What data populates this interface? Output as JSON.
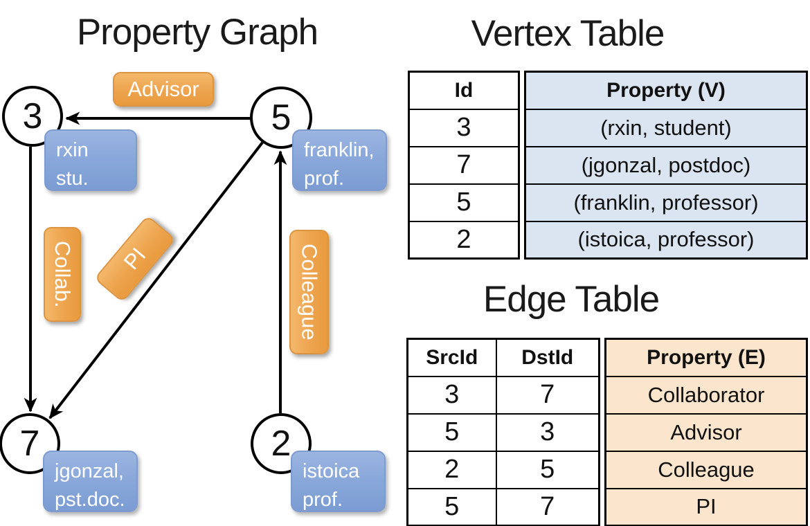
{
  "graph": {
    "title": "Property Graph",
    "nodes": [
      {
        "id": "3",
        "label": "3",
        "prop_lines": [
          "rxin",
          "stu."
        ]
      },
      {
        "id": "5",
        "label": "5",
        "prop_lines": [
          "franklin,",
          "prof."
        ]
      },
      {
        "id": "7",
        "label": "7",
        "prop_lines": [
          "jgonzal,",
          "pst.doc."
        ]
      },
      {
        "id": "2",
        "label": "2",
        "prop_lines": [
          "istoica",
          "prof."
        ]
      }
    ],
    "edges": [
      {
        "src": "5",
        "dst": "3",
        "label": "Advisor"
      },
      {
        "src": "3",
        "dst": "7",
        "label": "Collab."
      },
      {
        "src": "5",
        "dst": "7",
        "label": "PI"
      },
      {
        "src": "2",
        "dst": "5",
        "label": "Colleague"
      }
    ]
  },
  "vertex_table": {
    "title": "Vertex Table",
    "columns": [
      "Id",
      "Property (V)"
    ],
    "rows": [
      [
        "3",
        "(rxin, student)"
      ],
      [
        "7",
        "(jgonzal, postdoc)"
      ],
      [
        "5",
        "(franklin, professor)"
      ],
      [
        "2",
        "(istoica, professor)"
      ]
    ]
  },
  "edge_table": {
    "title": "Edge Table",
    "columns": [
      "SrcId",
      "DstId",
      "Property (E)"
    ],
    "rows": [
      [
        "3",
        "7",
        "Collaborator"
      ],
      [
        "5",
        "3",
        "Advisor"
      ],
      [
        "2",
        "5",
        "Colleague"
      ],
      [
        "5",
        "7",
        "PI"
      ]
    ]
  },
  "colors": {
    "edge_label_orange": "#EDA44D",
    "vertex_label_blue": "#8AA8DA",
    "vertex_property_fill": "#DBE5F1",
    "edge_property_fill": "#FBE5CD",
    "line_color": "#000000"
  }
}
